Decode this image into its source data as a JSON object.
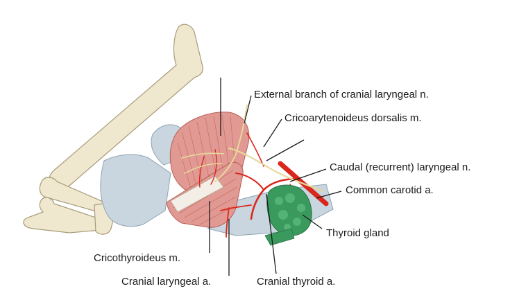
{
  "labels": {
    "external_branch": "External branch of cranial laryngeal n.",
    "cricoarytenoideus": "Cricoarytenoideus dorsalis m.",
    "caudal_laryngeal": "Caudal (recurrent) laryngeal n.",
    "common_carotid": "Common carotid a.",
    "thyroid_gland": "Thyroid gland",
    "cricothyroideus": "Cricothyroideus m.",
    "cranial_laryngeal_a": "Cranial laryngeal a.",
    "cranial_thyroid_a": "Cranial thyroid a."
  },
  "colors": {
    "bone": "#efe8cf",
    "bone_outline": "#a89a78",
    "cartilage": "#c9d6df",
    "muscle": "#e19a93",
    "muscle_stripe": "#c8665e",
    "artery": "#d9271c",
    "nerve": "#eee2b0",
    "thyroid": "#3a9a5e",
    "leader": "#1a1a1a"
  }
}
